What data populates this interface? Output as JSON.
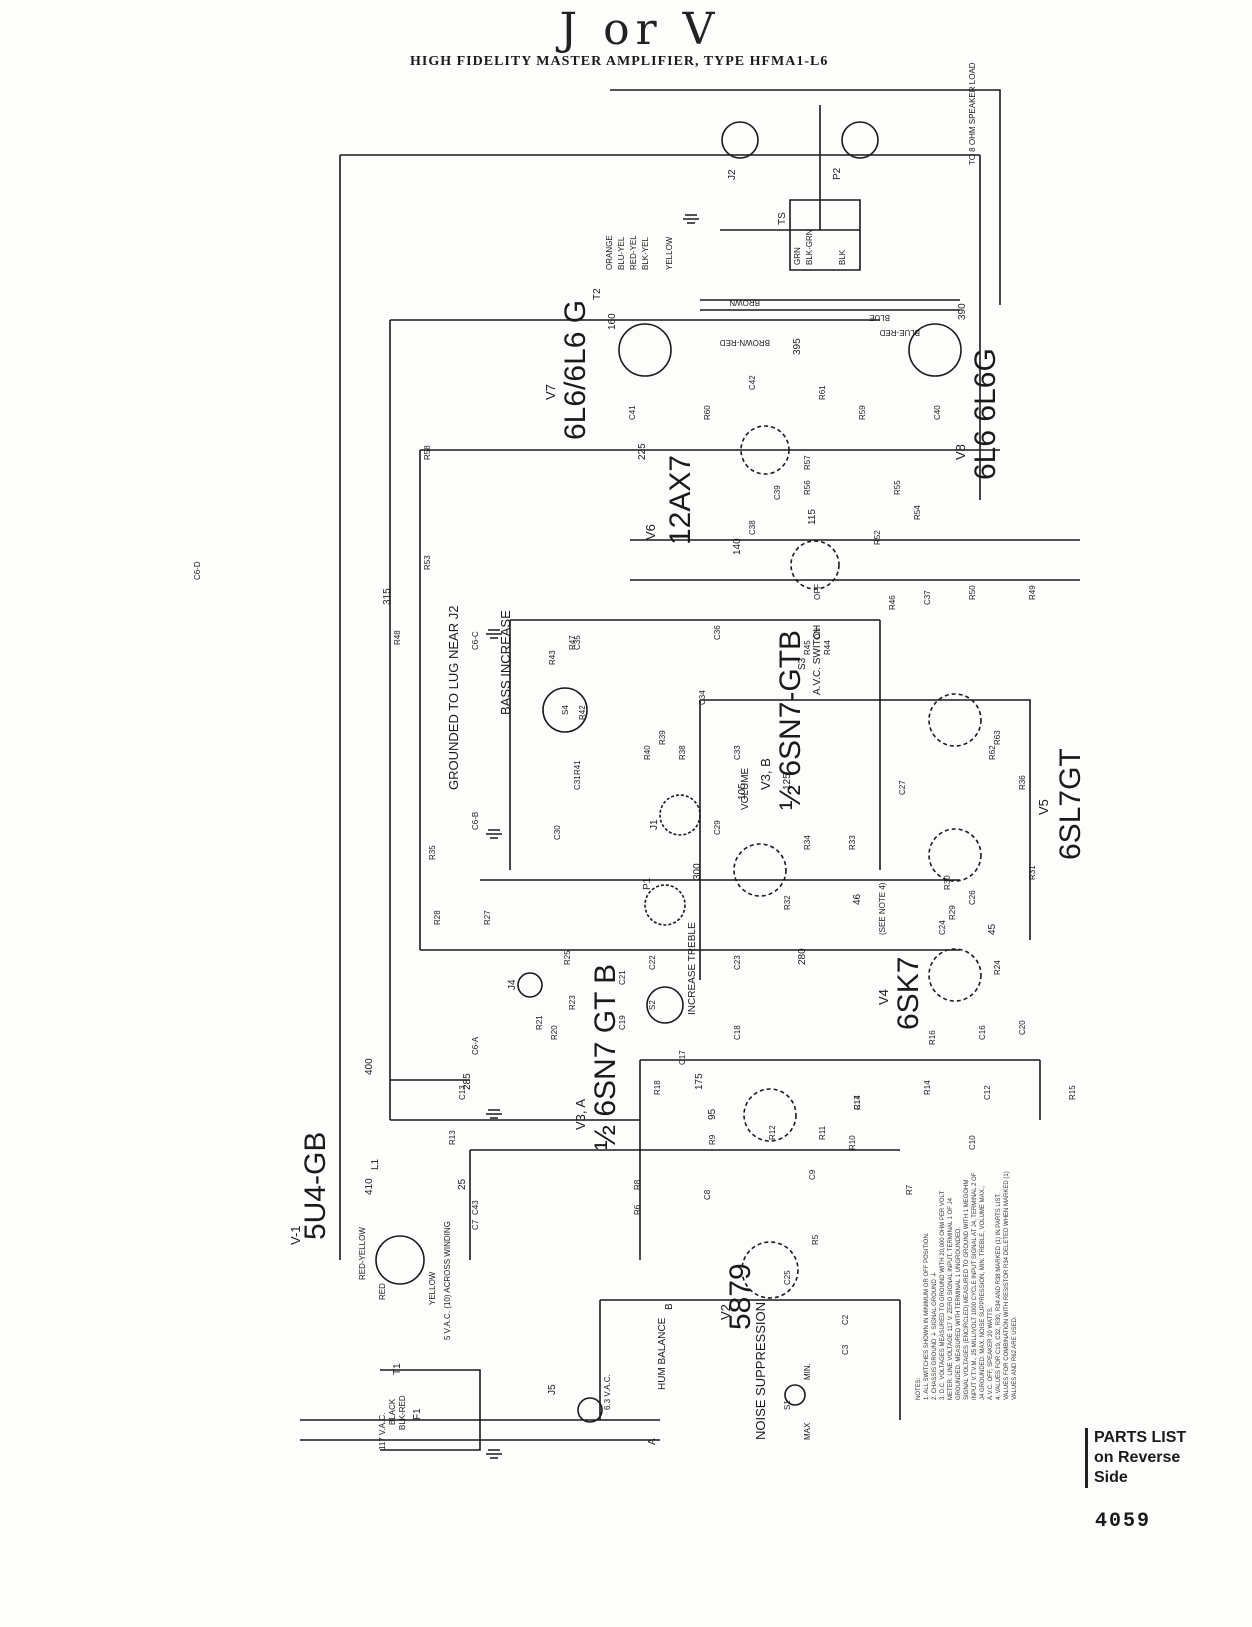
{
  "header": {
    "handwritten": "J or V",
    "title": "HIGH FIDELITY MASTER AMPLIFIER, TYPE HFMA1-L6"
  },
  "tubes": {
    "v1": {
      "ref": "V-1",
      "type": "5U4-GB"
    },
    "v2": {
      "ref": "V2",
      "type": "5879"
    },
    "v3a": {
      "ref": "V3, A",
      "type": "½ 6SN7 GT B"
    },
    "v3b": {
      "ref": "V3, B",
      "type": "½ 6SN7-GTB"
    },
    "v4": {
      "ref": "V4",
      "type": "6SK7"
    },
    "v5": {
      "ref": "V5",
      "type": "6SL7GT"
    },
    "v6": {
      "ref": "V6",
      "type": "12AX7"
    },
    "v7": {
      "ref": "V7",
      "type": "6L6/6L6 G"
    },
    "v8": {
      "ref": "V8",
      "type": "6L6 6L6G"
    }
  },
  "labels": {
    "ground_note": "GROUNDED TO LUG NEAR J2",
    "bass": "BASS INCREASE",
    "treble": "INCREASE TREBLE",
    "volume": "VOLUME",
    "avc": "A.V.C. SWITCH",
    "s3": "S3",
    "on": "ON",
    "off": "OFF",
    "noise": "NOISE SUPPRESSION",
    "hum": "HUM BALANCE",
    "speaker": "TO 8 OHM SPEAKER LOAD",
    "t1": "T1",
    "t2": "T2",
    "ts": "TS",
    "j1": "J1",
    "j2": "J2",
    "j4": "J4",
    "j5": "J5",
    "p1": "P1",
    "p2": "P2",
    "f1": "F1",
    "l1": "L1",
    "s1": "S1",
    "s2": "S2",
    "s4": "S4",
    "min": "MIN.",
    "max": "MAX",
    "vac117": "117 V.A.C.",
    "vac5": "5 V.A.C. (10) ACROSS WINDING",
    "vac63": "6.3 V.A.C.",
    "see_note": "(SEE NOTE 4)",
    "wire_red_yellow": "RED-YELLOW",
    "wire_red": "RED",
    "wire_yellow": "YELLOW",
    "wire_black": "BLACK",
    "wire_blk_red": "BLK-RED",
    "wire_orange": "ORANGE",
    "wire_blu_yel": "BLU-YEL",
    "wire_red_yel": "RED-YEL",
    "wire_blk_yel": "BLK-YEL",
    "wire_brown": "BROWN",
    "wire_brown_red": "BROWN-RED",
    "wire_blue": "BLUE",
    "wire_blue_red": "BLUE-RED",
    "wire_grn": "GRN",
    "wire_blk_grn": "BLK-GRN",
    "wire_blk": "BLK",
    "term_a": "A",
    "term_b": "B"
  },
  "voltages": [
    "410",
    "400",
    "285",
    "315",
    "225",
    "140",
    "300",
    "280",
    "390",
    "395",
    "175",
    "105",
    "125",
    "95",
    "46",
    "45",
    "25",
    "160",
    "115"
  ],
  "resistors": [
    "R5",
    "R6",
    "R7",
    "R8",
    "R9",
    "R10",
    "R11",
    "R12",
    "R13",
    "R14",
    "R15",
    "R16",
    "R17",
    "R18",
    "R20",
    "R21",
    "R23",
    "R24",
    "R25",
    "R27",
    "R28",
    "R29",
    "R30",
    "R31",
    "R32",
    "R33",
    "R34",
    "R35",
    "R36",
    "R38",
    "R39",
    "R40",
    "R41",
    "R42",
    "R43",
    "R44",
    "R45",
    "R46",
    "R47",
    "R48",
    "R49",
    "R50",
    "R52",
    "R53",
    "R54",
    "R55",
    "R56",
    "R57",
    "R58",
    "R59",
    "R60",
    "R61",
    "R62",
    "R63"
  ],
  "capacitors": [
    "C2",
    "C3",
    "C7",
    "C8",
    "C9",
    "C10",
    "C12",
    "C13",
    "C14",
    "C16",
    "C17",
    "C18",
    "C19",
    "C20",
    "C21",
    "C22",
    "C23",
    "C24",
    "C25",
    "C26",
    "C27",
    "C29",
    "C30",
    "C31",
    "C33",
    "C34",
    "C35",
    "C36",
    "C37",
    "C38",
    "C39",
    "C40",
    "C41",
    "C42",
    "C43",
    "C6-A",
    "C6-B",
    "C6-C",
    "C6-D"
  ],
  "notes": {
    "heading": "NOTES:",
    "items": [
      "1. ALL SWITCHES SHOWN IN MINIMUM OR OFF POSITION.",
      "2. CHASSIS GROUND ⏚   SIGNAL GROUND ⏚",
      "3. D.C. VOLTAGES MEASURED TO GROUND WITH 20,000 OHM PER VOLT METER. LINE VOLTAGE 117 V. ZERO SIGNAL INPUT. TERMINAL 1 OF J4 GROUNDED. MEASURED WITH TERMINAL 1 UNGROUNDED.",
      "SIGNAL VOLTAGES (ENCIRCLED) MEASURED TO GROUND WITH 1 MEGOHM INPUT V.T.V.M., 25 MILLIVOLT 1000 CYCLE INPUT SIGNAL AT J4, TERMINAL 2 OF J4 GROUNDED. MAX. NOISE SUPPRESSION, MIN. TREBLE, VOLUME MAX., A.V.C. OFF, SPEAKER 20 WATTS.",
      "4. VALUES FOR C19, C32, R30, R34 AND R38 MARKED (1) IN PARTS LIST. VALUES FOR COMBINATION WITH RESISTOR R34 DELETED WHEN MARKED (1) VALUES AND R62 ARE USED."
    ]
  },
  "parts_list": "PARTS LIST on Reverse Side",
  "page_number": "4059"
}
